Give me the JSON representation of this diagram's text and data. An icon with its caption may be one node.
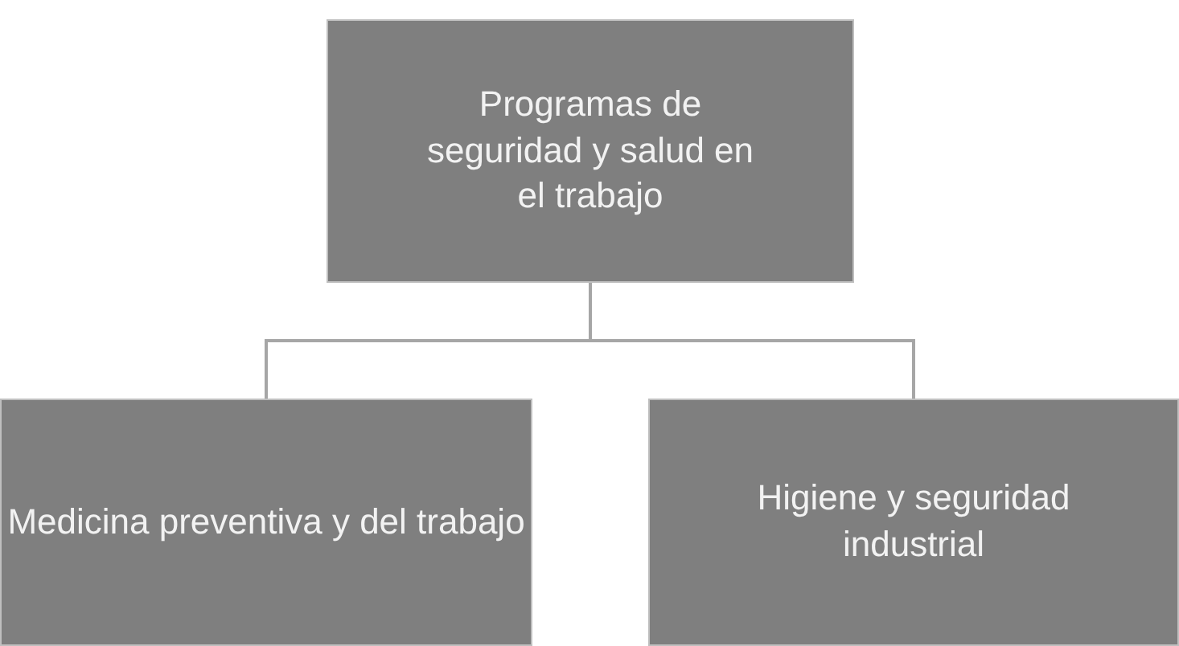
{
  "diagram": {
    "nodes": [
      {
        "text": [
          "Programas de seguridad y salud en el trabajo"
        ]
      },
      {
        "text": [
          "Medicina preventiva y del trabajo"
        ]
      },
      {
        "text": [
          "Higiene y seguridad industrial"
        ]
      }
    ],
    "edges": [
      {
        "from": 0,
        "to": 1,
        "arrow": "none"
      },
      {
        "from": 0,
        "to": 2,
        "arrow": "none"
      }
    ]
  }
}
